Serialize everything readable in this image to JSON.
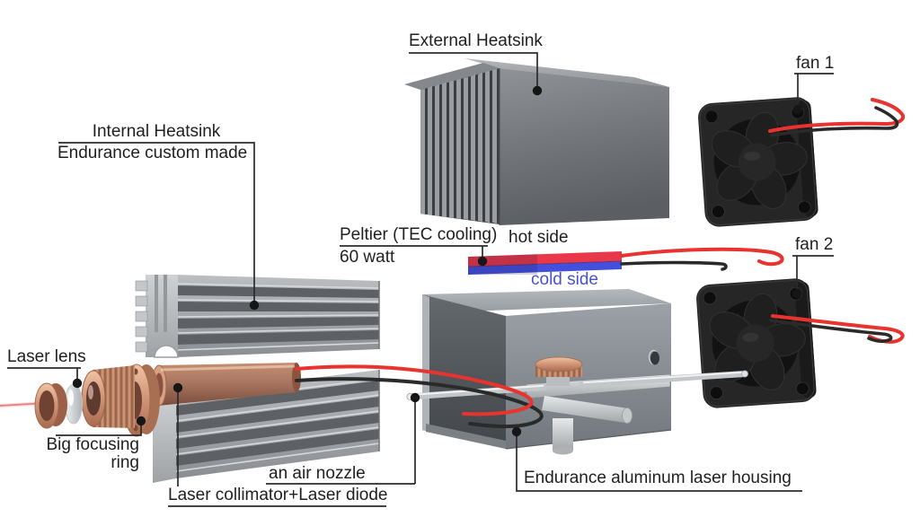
{
  "diagram": {
    "labels": {
      "external_heatsink": "External Heatsink",
      "fan1": "fan 1",
      "fan2": "fan 2",
      "internal_heatsink_1": "Internal Heatsink",
      "internal_heatsink_2": "Endurance custom made",
      "peltier_1": "Peltier (TEC cooling)",
      "peltier_2": "60 watt",
      "hot_side": "hot side",
      "cold_side": "cold side",
      "laser_lens": "Laser lens",
      "big_focusing_1": "Big focusing",
      "big_focusing_2": "ring",
      "laser_collimator": "Laser collimator+Laser diode",
      "air_nozzle": "an air nozzle",
      "housing": "Endurance aluminum laser housing"
    },
    "colors": {
      "label_text": "#1f1f1f",
      "cold_side_text": "#4953c8",
      "peltier_hot_red": "#e8384a",
      "peltier_cold_blue": "#4450dd",
      "wire_red": "#e8332f",
      "wire_black": "#2a2a2a",
      "copper": "#c98d6f",
      "aluminum_grey": "#9aa0a4",
      "fan_black": "#262626",
      "laser_beam": "#f08a8a",
      "background": "#ffffff"
    }
  }
}
